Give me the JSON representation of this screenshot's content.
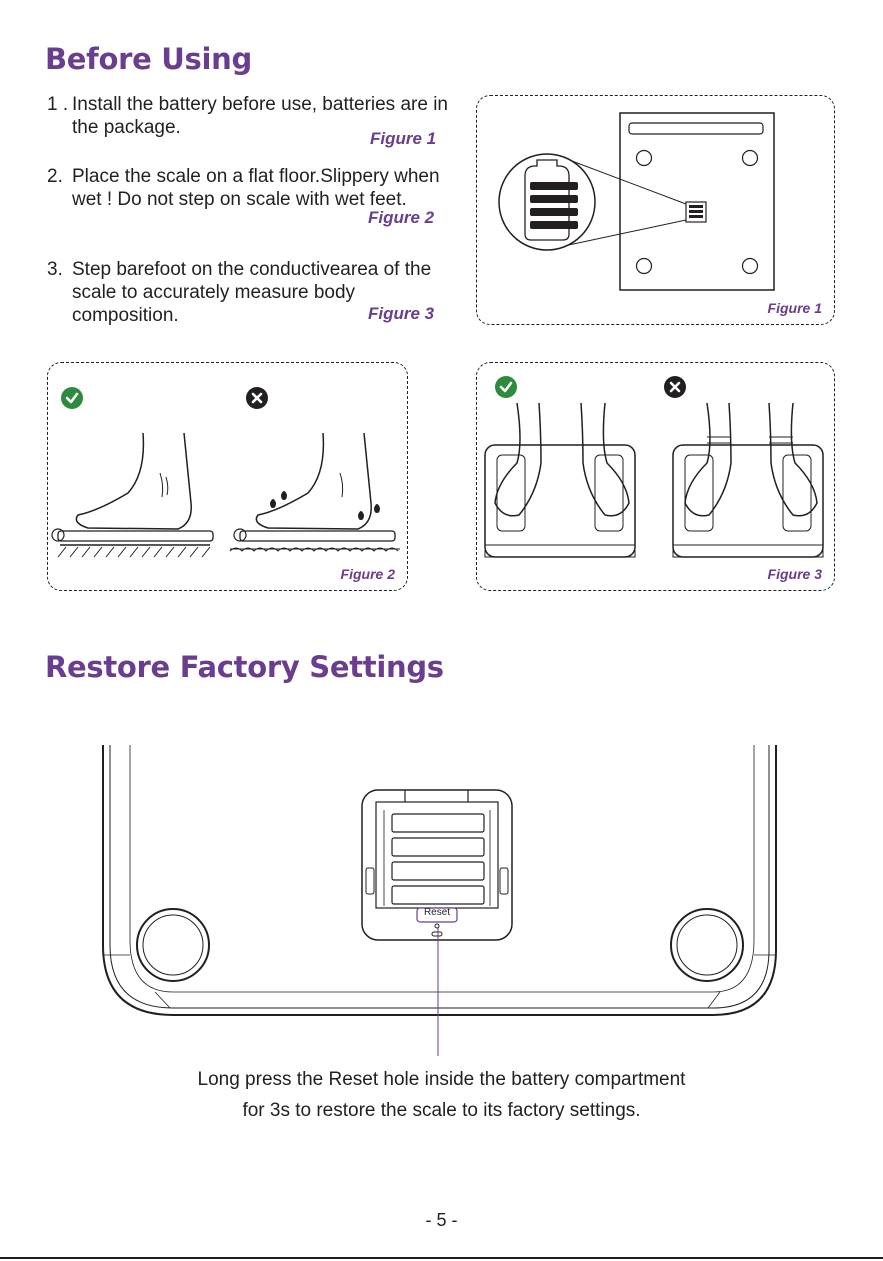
{
  "sections": {
    "before_using": "Before Using",
    "restore": "Restore Factory Settings"
  },
  "steps": [
    {
      "num": "1 .",
      "text": "Install the battery before use, batteries are in the package.",
      "figure": "Figure 1"
    },
    {
      "num": "2.",
      "text": "Place the scale on a flat floor.Slippery when wet ! Do not step on scale with wet feet.",
      "figure": "Figure 2"
    },
    {
      "num": "3.",
      "text": "Step barefoot on the conductivearea of the scale to accurately measure body composition.",
      "figure": "Figure 3"
    }
  ],
  "figures": {
    "fig1_caption": "Figure 1",
    "fig2_caption": "Figure 2",
    "fig3_caption": "Figure 3"
  },
  "reset_label": "Reset",
  "restore_caption": {
    "line1": "Long press the Reset hole inside the battery compartment",
    "line2": "for 3s to restore the scale to its factory settings."
  },
  "page_number": "- 5 -",
  "icons": {
    "ok": "check-circle-icon",
    "no": "x-circle-icon"
  },
  "colors": {
    "accent": "#6a3d8f",
    "ok_green": "#2e8b3d",
    "text": "#231f20"
  }
}
